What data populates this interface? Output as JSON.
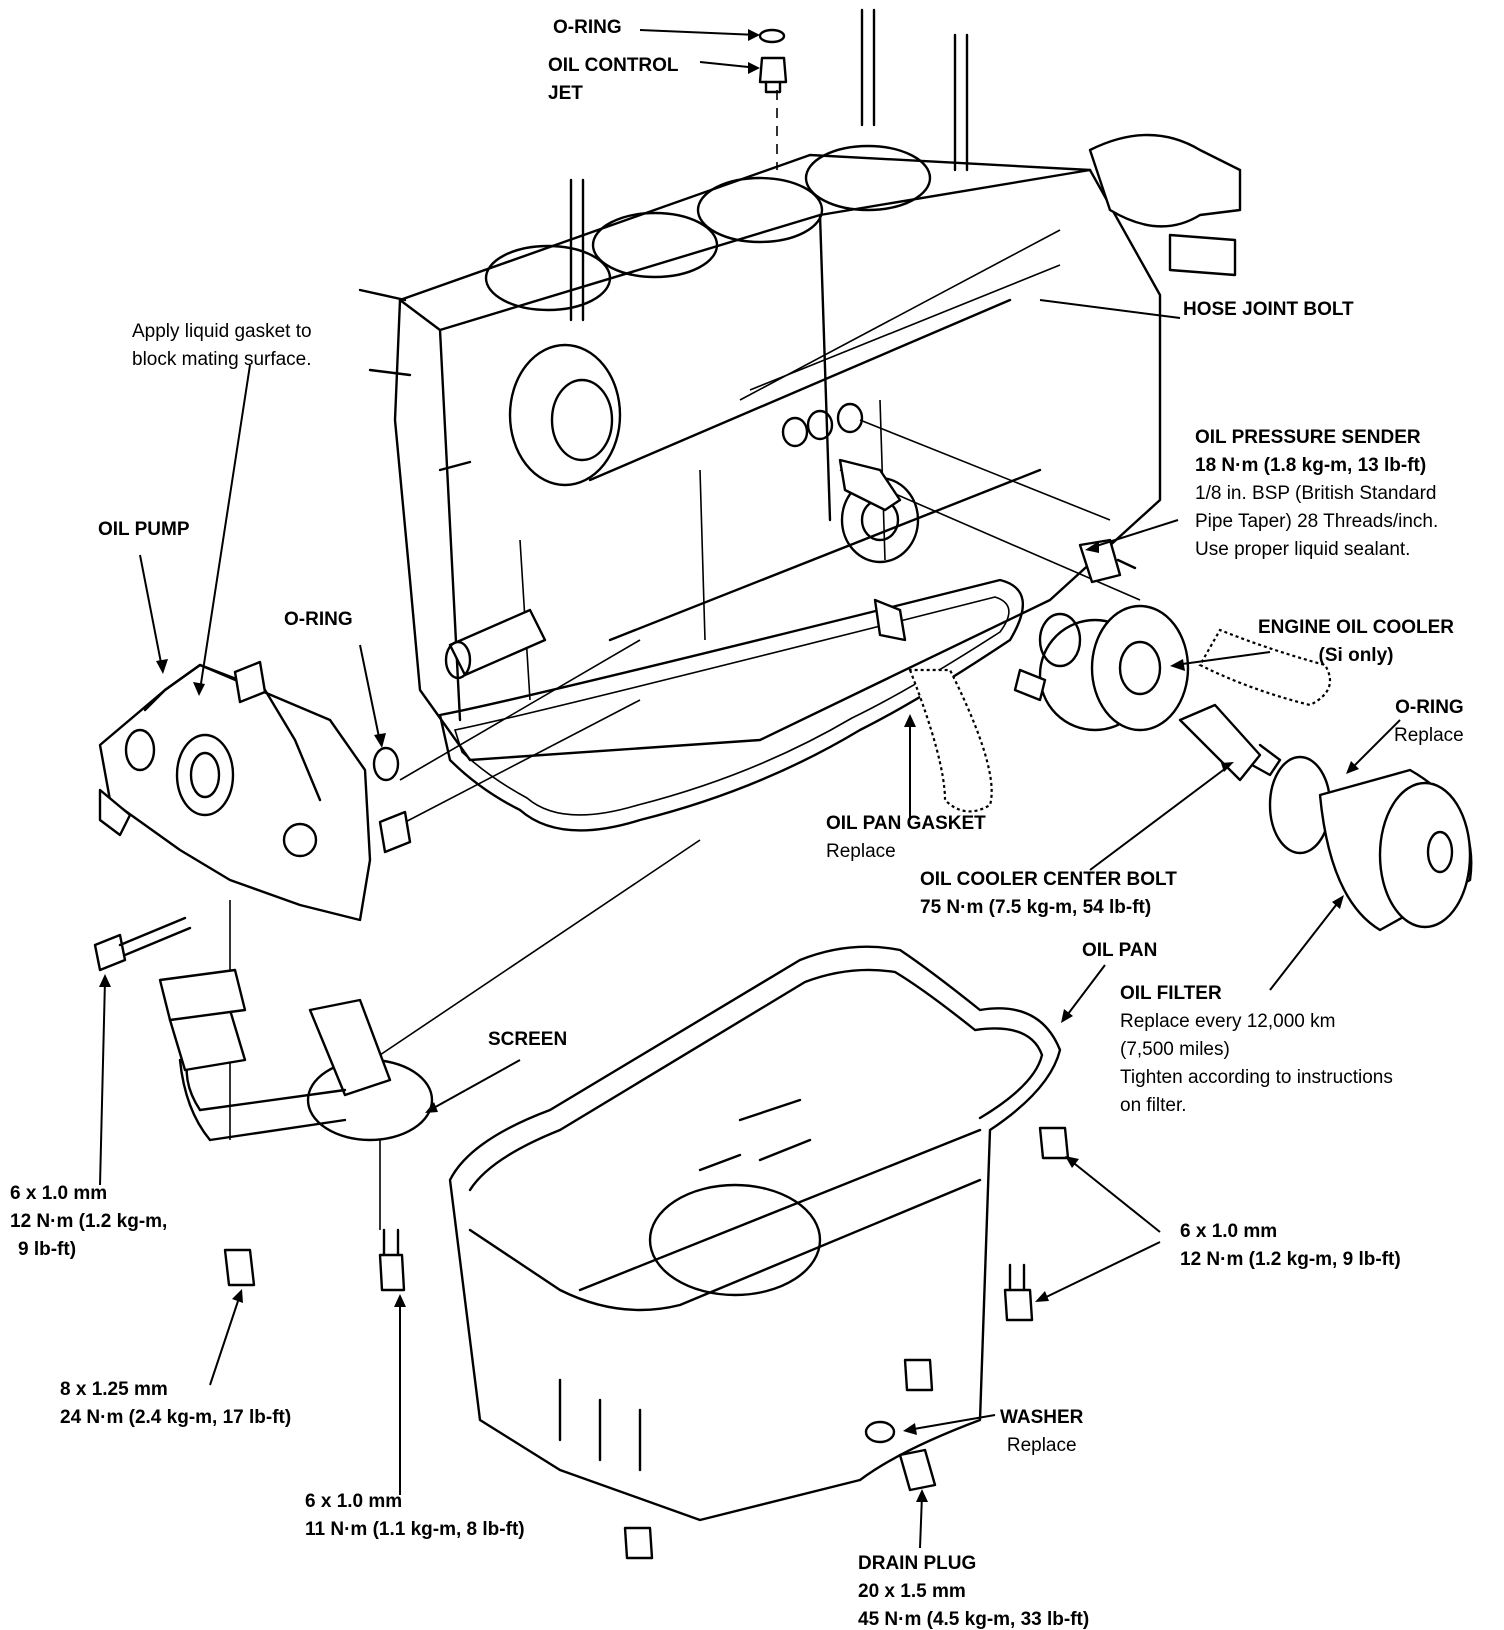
{
  "labels": {
    "oring_top": {
      "title": "O-RING"
    },
    "oil_control_jet": {
      "line1": "OIL CONTROL",
      "line2": "JET"
    },
    "hose_joint_bolt": {
      "title": "HOSE JOINT BOLT"
    },
    "liquid_gasket_note": {
      "line1": "Apply liquid gasket to",
      "line2": "block mating surface."
    },
    "oil_pressure_sender": {
      "title": "OIL PRESSURE SENDER",
      "torque": "18 N·m (1.8 kg-m, 13 lb-ft)",
      "note1": "1/8 in. BSP (British Standard",
      "note2": "Pipe Taper) 28 Threads/inch.",
      "note3": "Use proper liquid sealant."
    },
    "oil_pump": {
      "title": "OIL PUMP"
    },
    "oring_pump": {
      "title": "O-RING"
    },
    "engine_oil_cooler": {
      "title": "ENGINE OIL COOLER",
      "note": "(Si only)"
    },
    "oring_filter": {
      "title": "O-RING",
      "note": "Replace"
    },
    "oil_pan_gasket": {
      "title": "OIL PAN GASKET",
      "note": "Replace"
    },
    "oil_cooler_center_bolt": {
      "title": "OIL COOLER CENTER BOLT",
      "torque": "75 N·m (7.5 kg-m, 54 lb-ft)"
    },
    "oil_pan": {
      "title": "OIL PAN"
    },
    "oil_filter": {
      "title": "OIL FILTER",
      "note1": "Replace every 12,000 km",
      "note2": "(7,500 miles)",
      "note3": "Tighten according to instructions",
      "note4": "on filter."
    },
    "screen": {
      "title": "SCREEN"
    },
    "bolt_pump_left": {
      "size": "6 x 1.0 mm",
      "torque1": "12 N·m (1.2 kg-m,",
      "torque2": "9 lb-ft)"
    },
    "bolt_pan_right": {
      "size": "6 x 1.0 mm",
      "torque": "12 N·m (1.2 kg-m, 9 lb-ft)"
    },
    "bolt_8mm": {
      "size": "8 x 1.25 mm",
      "torque": "24 N·m (2.4 kg-m, 17 lb-ft)"
    },
    "washer": {
      "title": "WASHER",
      "note": "Replace"
    },
    "bolt_screen": {
      "size": "6 x 1.0 mm",
      "torque": "11 N·m (1.1 kg-m, 8 lb-ft)"
    },
    "drain_plug": {
      "title": "DRAIN PLUG",
      "size": "20 x 1.5 mm",
      "torque": "45 N·m (4.5 kg-m, 33 lb-ft)"
    }
  }
}
